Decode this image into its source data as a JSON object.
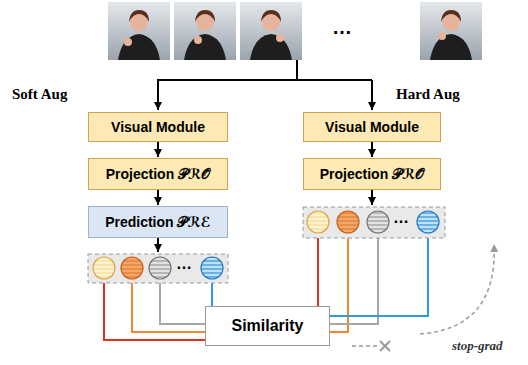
{
  "diagram": {
    "nodes": [
      {
        "text": [
          "Visual Module"
        ]
      },
      {
        "text": [
          "Visual Module"
        ]
      },
      {
        "text": [
          "Projection 𝒫ℛ𝒪"
        ]
      },
      {
        "text": [
          "Projection 𝒫ℛ𝒪"
        ]
      },
      {
        "text": [
          "Prediction 𝒫ℛℰ"
        ]
      },
      {
        "text": [
          "Similarity"
        ]
      }
    ],
    "edges": [
      {
        "from": 0,
        "to": 2,
        "arrow": "to"
      },
      {
        "from": 2,
        "to": 4,
        "arrow": "to"
      },
      {
        "from": 1,
        "to": 3,
        "arrow": "to"
      }
    ],
    "labels": [
      "Soft Aug",
      "Hard Aug",
      "…",
      "…",
      "…",
      "stop-grad"
    ]
  }
}
